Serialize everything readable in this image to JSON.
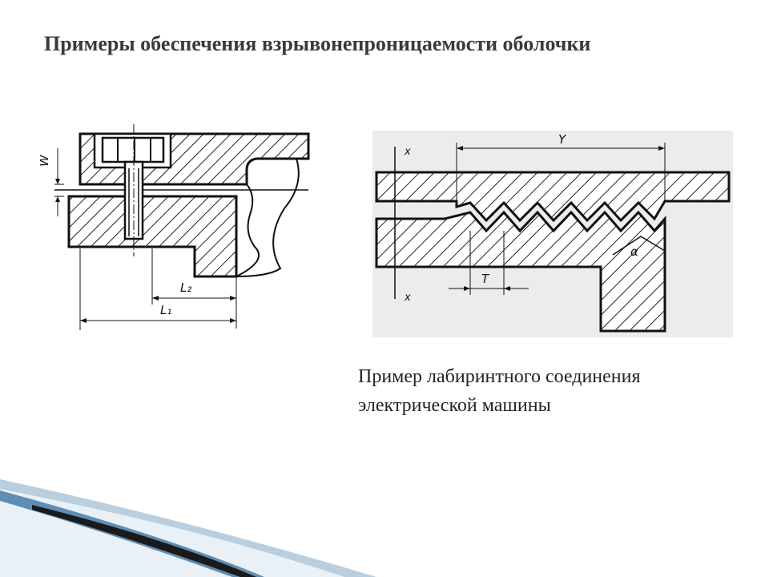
{
  "slide": {
    "title": "Примеры обеспечения взрывонепроницаемости оболочки",
    "caption": {
      "line1": "Пример лабиринтного соединения",
      "line2": "электрической машины"
    }
  },
  "drawing_left": {
    "labels": {
      "gap": "W",
      "l2": "L₂",
      "l1": "L₁"
    }
  },
  "drawing_right": {
    "labels": {
      "y": "Y",
      "x_top": "x",
      "x_bottom": "x",
      "t": "T",
      "alpha": "α"
    }
  },
  "decoration": {
    "corner_colors": [
      "#1a1a1a",
      "#5f8db3",
      "#b9cfe0",
      "#e8eff5"
    ]
  }
}
